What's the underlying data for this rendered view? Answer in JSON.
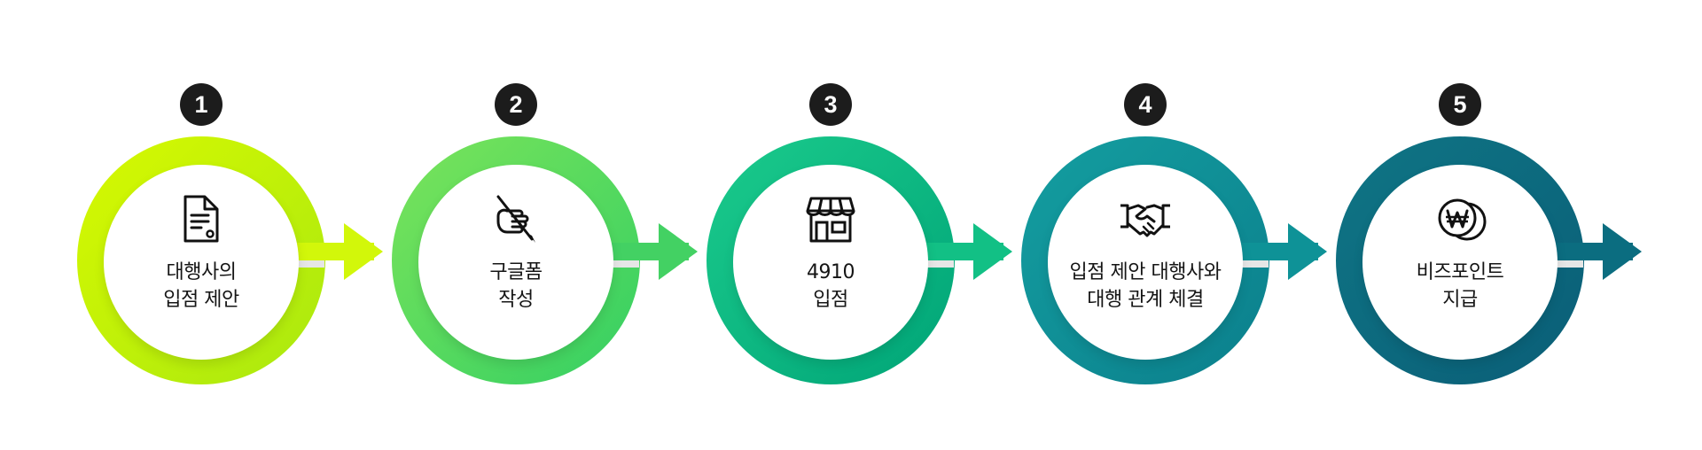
{
  "steps": [
    {
      "number": "1",
      "icon": "document-icon",
      "line1": "대행사의",
      "line2": "입점 제안",
      "color_start": "#d7f900",
      "color_end": "#a9e810",
      "arrow_color": "#d2f70a"
    },
    {
      "number": "2",
      "icon": "hand-writing-icon",
      "line1": "구글폼",
      "line2": "작성",
      "color_start": "#7be45a",
      "color_end": "#34cf63",
      "arrow_color": "#43d163"
    },
    {
      "number": "3",
      "icon": "storefront-icon",
      "line1": "4910",
      "line2": "입점",
      "color_start": "#1bcb8c",
      "color_end": "#00a477",
      "arrow_color": "#12c085"
    },
    {
      "number": "4",
      "icon": "handshake-icon",
      "line1": "입점 제안 대행사와",
      "line2": "대행 관계 체결",
      "color_start": "#149ea0",
      "color_end": "#0b7f8c",
      "arrow_color": "#0e9297"
    },
    {
      "number": "5",
      "icon": "won-coin-icon",
      "line1": "비즈포인트",
      "line2": "지급",
      "color_start": "#0f7585",
      "color_end": "#0a5e77",
      "arrow_color": "#0b6d80"
    }
  ]
}
